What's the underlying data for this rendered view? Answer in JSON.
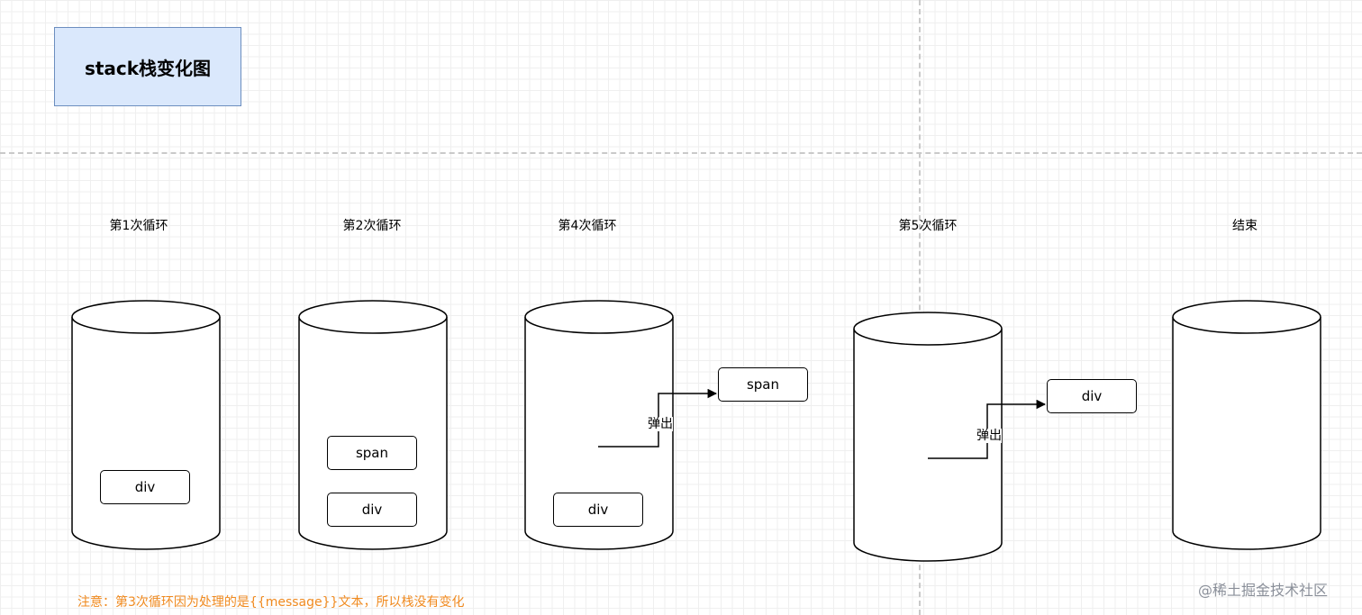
{
  "title": "stack栈变化图",
  "columns": [
    {
      "label": "第1次循环",
      "items": [
        "div"
      ]
    },
    {
      "label": "第2次循环",
      "items": [
        "span",
        "div"
      ]
    },
    {
      "label": "第4次循环",
      "items": [
        "div"
      ],
      "popped": "span",
      "pop_label": "弹出"
    },
    {
      "label": "第5次循环",
      "items": [],
      "popped": "div",
      "pop_label": "弹出"
    },
    {
      "label": "结束",
      "items": []
    }
  ],
  "note": "注意：第3次循环因为处理的是{{message}}文本，所以栈没有变化",
  "watermark": "@稀土掘金技术社区",
  "colors": {
    "title_fill": "#dae8fc",
    "title_border": "#6c8ebf",
    "note": "#f08a1f"
  }
}
